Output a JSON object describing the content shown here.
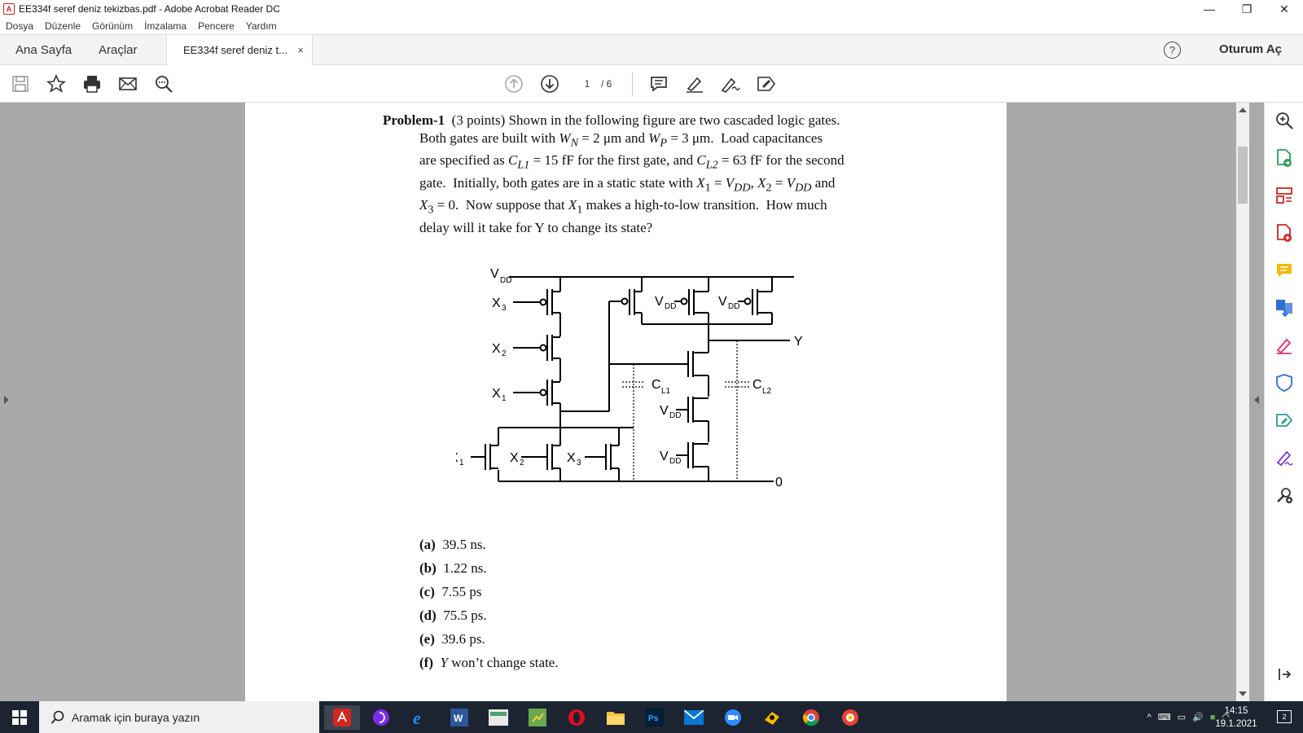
{
  "window": {
    "title": "EE334f seref deniz tekizbas.pdf - Adobe Acrobat Reader DC",
    "minimize": "—",
    "maximize": "❐",
    "close": "✕"
  },
  "menu": [
    "Dosya",
    "Düzenle",
    "Görünüm",
    "İmzalama",
    "Pencere",
    "Yardım"
  ],
  "tabs": {
    "home": "Ana Sayfa",
    "tools": "Araçlar",
    "document": "EE334f seref deniz t...",
    "close": "×",
    "help": "?",
    "signin": "Oturum Aç"
  },
  "toolbar": {
    "page_current": "1",
    "page_total": "/ 6"
  },
  "problem": {
    "label": "Problem-1",
    "points": "(3 points)",
    "line1": "Shown in the following figure are two cascaded logic gates.",
    "line2": "Both gates are built with W",
    "line3": "are specified as C",
    "line4": "gate. Initially, both gates are in a static state with X",
    "line5": "X",
    "line6": "delay will it take for Y to change its state?"
  },
  "problem_full": {
    "l2": "Both gates are built with W<sub>N</sub> = 2 μm and W<sub>P</sub> = 3 μm. Load capacitances",
    "l3": "are specified as C<sub>L1</sub> = 15 fF for the first gate, and C<sub>L2</sub> = 63 fF for the second",
    "l4": "gate. Initially, both gates are in a static state with X<sub>1</sub> = V<sub>DD</sub>, X<sub>2</sub> = V<sub>DD</sub> and",
    "l5": "X<sub>3</sub> = 0. Now suppose that X<sub>1</sub> makes a high-to-low transition. How much"
  },
  "circuit": {
    "vdd": "V",
    "vdd_sub": "DD",
    "x1": "X",
    "x1_sub": "1",
    "x2": "X",
    "x2_sub": "2",
    "x3": "X",
    "x3_sub": "3",
    "cl1": "C",
    "cl1_sub": "L1",
    "cl2": "C",
    "cl2_sub": "L2",
    "y": "Y",
    "zero": "0"
  },
  "options": [
    {
      "key": "(a)",
      "text": "39.5 ns."
    },
    {
      "key": "(b)",
      "text": "1.22 ns."
    },
    {
      "key": "(c)",
      "text": "7.55 ps"
    },
    {
      "key": "(d)",
      "text": "75.5 ps."
    },
    {
      "key": "(e)",
      "text": "39.6 ps."
    },
    {
      "key": "(f)",
      "text": "won’t change state.",
      "prefix": "Y"
    }
  ],
  "taskbar": {
    "search_placeholder": "Aramak için buraya yazın",
    "time": "14:15",
    "date": "19.1.2021",
    "notifications": "2"
  },
  "colors": {
    "acrobat_red": "#d2261e",
    "tool_pink": "#e0307a",
    "tool_blue": "#2d6fd6",
    "tool_purple": "#7a3fd1",
    "tool_yellow": "#f5b800",
    "taskbar": "#1b2430",
    "doc_bg": "#a9a9a9"
  }
}
